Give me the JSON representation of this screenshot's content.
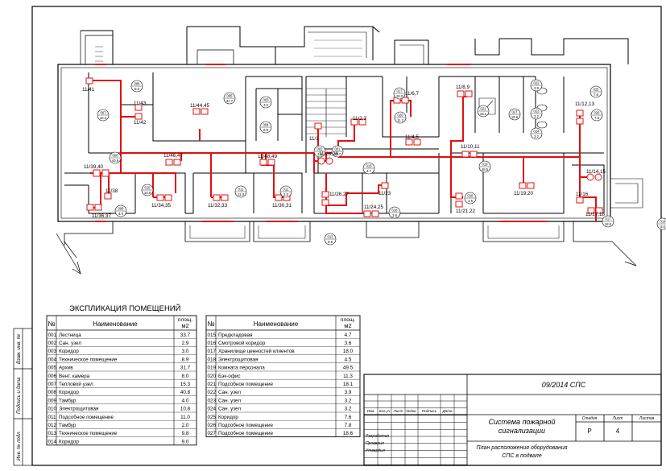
{
  "plan": {
    "rooms": [
      {
        "num": "001",
        "area": "33.7"
      },
      {
        "num": "002",
        "area": "2.9"
      },
      {
        "num": "003",
        "area": "3.0"
      },
      {
        "num": "004",
        "area": "8.9"
      },
      {
        "num": "005",
        "area": "31.7"
      },
      {
        "num": "006",
        "area": "8.0"
      },
      {
        "num": "007",
        "area": "15.3"
      },
      {
        "num": "008",
        "area": "40.8"
      },
      {
        "num": "009",
        "area": "4.0"
      },
      {
        "num": "010",
        "area": "10.8"
      },
      {
        "num": "011",
        "area": "11.0"
      },
      {
        "num": "012",
        "area": "2.0"
      },
      {
        "num": "013",
        "area": "9.8"
      },
      {
        "num": "014",
        "area": "9.0"
      },
      {
        "num": "015",
        "area": "4.7"
      },
      {
        "num": "016",
        "area": "3.6"
      },
      {
        "num": "017",
        "area": "18.0"
      },
      {
        "num": "018",
        "area": "4.5"
      },
      {
        "num": "019",
        "area": "49.5"
      },
      {
        "num": "020",
        "area": "11.3"
      },
      {
        "num": "021",
        "area": "18.1"
      },
      {
        "num": "022",
        "area": "3.9"
      },
      {
        "num": "023",
        "area": "3.2"
      },
      {
        "num": "024",
        "area": "3.2"
      },
      {
        "num": "025",
        "area": "7.6"
      },
      {
        "num": "026",
        "area": "7.8"
      },
      {
        "num": "027",
        "area": "18.6"
      },
      {
        "num": "017",
        "area": "18.0"
      }
    ],
    "device_labels": [
      "11/41",
      "11/43",
      "11/42",
      "11/44,45",
      "11/39,40",
      "11/46,47",
      "11/48,49",
      "11/38",
      "11/36,37",
      "11/34,35",
      "11/32,33",
      "11/30,31",
      "11/1",
      "11/28,29",
      "11/2,3",
      "11/6,7",
      "11/4,5",
      "11/26,27",
      "11/23",
      "11/24,25",
      "11/8,9",
      "11/10,11",
      "11/19,20",
      "11/21,22",
      "11/12,13",
      "11/14,15",
      "11/16",
      "11/17,18"
    ]
  },
  "explication": {
    "title": "ЭКСПЛИКАЦИЯ ПОМЕЩЕНИЙ",
    "col_num": "№",
    "col_name": "Наименование",
    "col_area_1": "площ.",
    "col_area_2": "м2",
    "left_rows": [
      {
        "num": "001",
        "name": "Лестница",
        "area": "33.7"
      },
      {
        "num": "002",
        "name": "Сан. узел",
        "area": "2.9"
      },
      {
        "num": "003",
        "name": "Коридор",
        "area": "3.0"
      },
      {
        "num": "004",
        "name": "Техническое помещение",
        "area": "8.9"
      },
      {
        "num": "005",
        "name": "Архив",
        "area": "31.7"
      },
      {
        "num": "006",
        "name": "Вент. камера",
        "area": "8.0"
      },
      {
        "num": "007",
        "name": "Тепловой узел",
        "area": "15.3"
      },
      {
        "num": "008",
        "name": "Коридор",
        "area": "40.8"
      },
      {
        "num": "009",
        "name": "Тамбур",
        "area": "4.0"
      },
      {
        "num": "010",
        "name": "Электрощитовая",
        "area": "10.8"
      },
      {
        "num": "011",
        "name": "Подсобное помещение",
        "area": "11.0"
      },
      {
        "num": "012",
        "name": "Тамбур",
        "area": "2.0"
      },
      {
        "num": "013",
        "name": "Техническое помещение",
        "area": "9.8"
      },
      {
        "num": "014",
        "name": "Коридор",
        "area": "9.0"
      }
    ],
    "right_rows": [
      {
        "num": "015",
        "name": "Предкладовая",
        "area": "4.7"
      },
      {
        "num": "016",
        "name": "Смотровой коридор",
        "area": "3.6"
      },
      {
        "num": "017",
        "name": "Хранилище ценностей клиентов",
        "area": "18.0"
      },
      {
        "num": "018",
        "name": "Электрощитовая",
        "area": "4.5"
      },
      {
        "num": "019",
        "name": "Комната персонала",
        "area": "49.5"
      },
      {
        "num": "020",
        "name": "Бэк-офис",
        "area": "11.3"
      },
      {
        "num": "021",
        "name": "Подсобное помещение",
        "area": "18.1"
      },
      {
        "num": "022",
        "name": "Сан. узел",
        "area": "3.9"
      },
      {
        "num": "023",
        "name": "Сан. узел",
        "area": "3.2"
      },
      {
        "num": "024",
        "name": "Сан. узел",
        "area": "3.2"
      },
      {
        "num": "025",
        "name": "Коридор",
        "area": "7.6"
      },
      {
        "num": "026",
        "name": "Подсобное помещение",
        "area": "7.8"
      },
      {
        "num": "027",
        "name": "Подсобное помещение",
        "area": "18.6"
      }
    ]
  },
  "side_stamp": [
    "Взам. инв. №",
    "Подпись и дата",
    "Инв. № подл."
  ],
  "title_block": {
    "code": "09/2014 СПС",
    "col_headers": [
      "Изм.",
      "Кол.уч",
      "Лист",
      "№док.",
      "Подпись",
      "Дата"
    ],
    "roles": [
      "Разработал",
      "Проверил",
      "Утвердил"
    ],
    "system": [
      "Система пожарной",
      "сигнализации"
    ],
    "sheet_title": [
      "План расположения оборудования",
      "СПС в подвале"
    ],
    "h_stage": "Стадия",
    "h_sheet": "Лист",
    "h_sheets": "Листов",
    "stage": "Р",
    "sheet": "4",
    "sheets": ""
  },
  "colors": {
    "line": "#000000",
    "alarm": "#e01010",
    "background": "#ffffff"
  }
}
